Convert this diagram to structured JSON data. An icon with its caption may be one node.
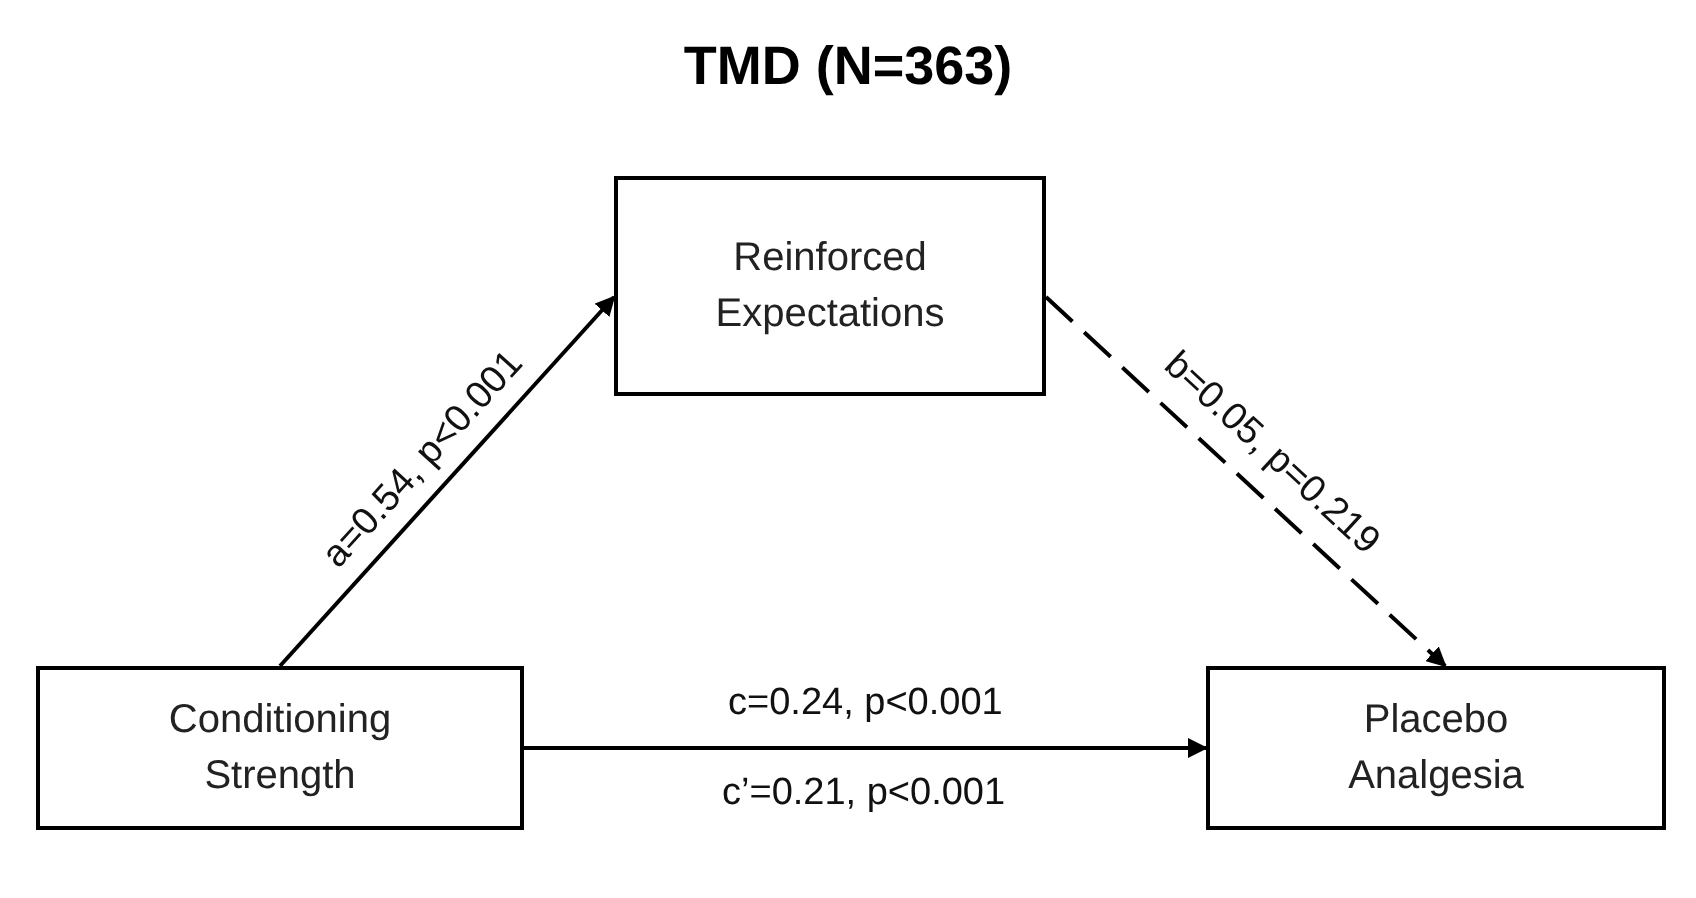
{
  "diagram": {
    "title": "TMD (N=363)",
    "nodes": [
      {
        "text": [
          "Reinforced Expectations"
        ]
      },
      {
        "text": [
          "Conditioning Strength"
        ]
      },
      {
        "text": [
          "Placebo Analgesia"
        ]
      }
    ],
    "edges": [
      {
        "from": 1,
        "to": 0,
        "arrow": "to",
        "label": "a=0.54, p<0.001"
      },
      {
        "from": 0,
        "to": 2,
        "arrow": "to",
        "label": "b=0.05, p=0.219",
        "style": "dashed"
      },
      {
        "from": 1,
        "to": 2,
        "arrow": "to",
        "label": "c=0.24, p<0.001"
      }
    ],
    "labels": [
      "c’=0.21, p<0.001"
    ]
  }
}
